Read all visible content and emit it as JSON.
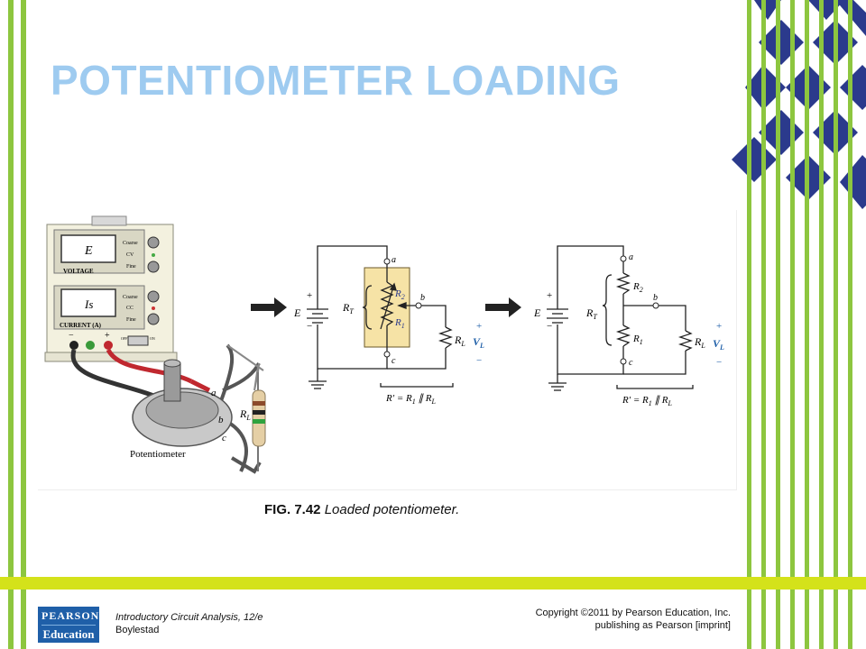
{
  "slide": {
    "title": "POTENTIOMETER LOADING",
    "caption_fig": "FIG. 7.42",
    "caption_text": "Loaded potentiometer."
  },
  "supply": {
    "meter_top": "E",
    "voltage_label": "VOLTAGE",
    "meter_bottom": "Is",
    "current_label": "CURRENT (A)",
    "coarse": "Coarse",
    "cv": "CV",
    "fine": "Fine",
    "coarse2": "Coarse",
    "cc": "CC",
    "fine2": "Fine",
    "minus": "−",
    "plus": "+",
    "off": "OFF",
    "on": "ON"
  },
  "physical": {
    "pot_label": "Potentiometer",
    "a": "a",
    "b": "b",
    "c": "c",
    "rl": "R",
    "rl_sub": "L"
  },
  "circuit1": {
    "plus": "+",
    "minus": "−",
    "E": "E",
    "RT": "R",
    "RT_sub": "T",
    "R2": "R",
    "R2_sub": "2",
    "R1": "R",
    "R1_sub": "1",
    "a": "a",
    "b": "b",
    "c": "c",
    "RL": "R",
    "RL_sub": "L",
    "VL": "V",
    "VL_sub": "L",
    "vplus": "+",
    "vminus": "−",
    "rprime": "R′ = R",
    "rprime_sub": "1",
    "rprime_par": " ∥ R",
    "rprime_sub2": "L"
  },
  "circuit2": {
    "plus": "+",
    "minus": "−",
    "E": "E",
    "RT": "R",
    "RT_sub": "T",
    "R2": "R",
    "R2_sub": "2",
    "R1": "R",
    "R1_sub": "1",
    "a": "a",
    "b": "b",
    "c": "c",
    "RL": "R",
    "RL_sub": "L",
    "VL": "V",
    "VL_sub": "L",
    "vplus": "+",
    "vminus": "−",
    "rprime": "R′ = R",
    "rprime_sub": "1",
    "rprime_par": " ∥ R",
    "rprime_sub2": "L"
  },
  "footer": {
    "publisher_line1": "PEARSON",
    "publisher_line2": "Education",
    "book_title": "Introductory Circuit Analysis, 12/e",
    "author": "Boylestad",
    "copyright1": "Copyright ©2011 by Pearson Education, Inc.",
    "copyright2": "publishing as Pearson [imprint]"
  },
  "colors": {
    "green_bar": "#8dc63f",
    "yellow_band": "#d4e21a",
    "navy": "#2b3a8c",
    "title": "#9ecbf0",
    "pot_highlight": "#f6e3a6"
  }
}
